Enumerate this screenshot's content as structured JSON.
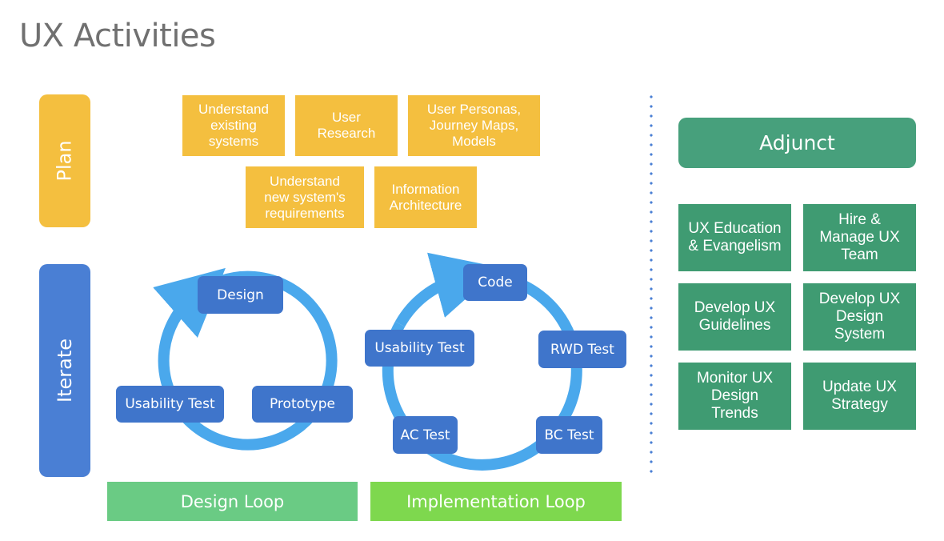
{
  "title": "UX Activities",
  "phases": {
    "plan": "Plan",
    "iterate": "Iterate"
  },
  "plan_boxes": [
    "Understand\nexisting\nsystems",
    "User\nResearch",
    "User Personas,\nJourney Maps,\nModels",
    "Understand\nnew system's\nrequirements",
    "Information\nArchitecture"
  ],
  "design_loop": {
    "label": "Design Loop",
    "nodes": [
      "Design",
      "Prototype",
      "Usability Test"
    ]
  },
  "implementation_loop": {
    "label": "Implementation Loop",
    "nodes": [
      "Code",
      "RWD Test",
      "BC Test",
      "AC Test",
      "Usability Test"
    ]
  },
  "adjunct": {
    "title": "Adjunct",
    "items": [
      "UX Education\n& Evangelism",
      "Hire &\nManage UX\nTeam",
      "Develop UX\nGuidelines",
      "Develop UX\nDesign\nSystem",
      "Monitor UX\nDesign\nTrends",
      "Update UX\nStrategy"
    ]
  },
  "colors": {
    "plan": "#f4bf3f",
    "iterate": "#4a7fd4",
    "node": "#3f75cb",
    "ring": "#4aa8ec",
    "design_loop": "#6acb84",
    "implementation_loop": "#7ed84e",
    "adjunct": "#47a07c",
    "adjunct_item": "#3f9b72"
  }
}
